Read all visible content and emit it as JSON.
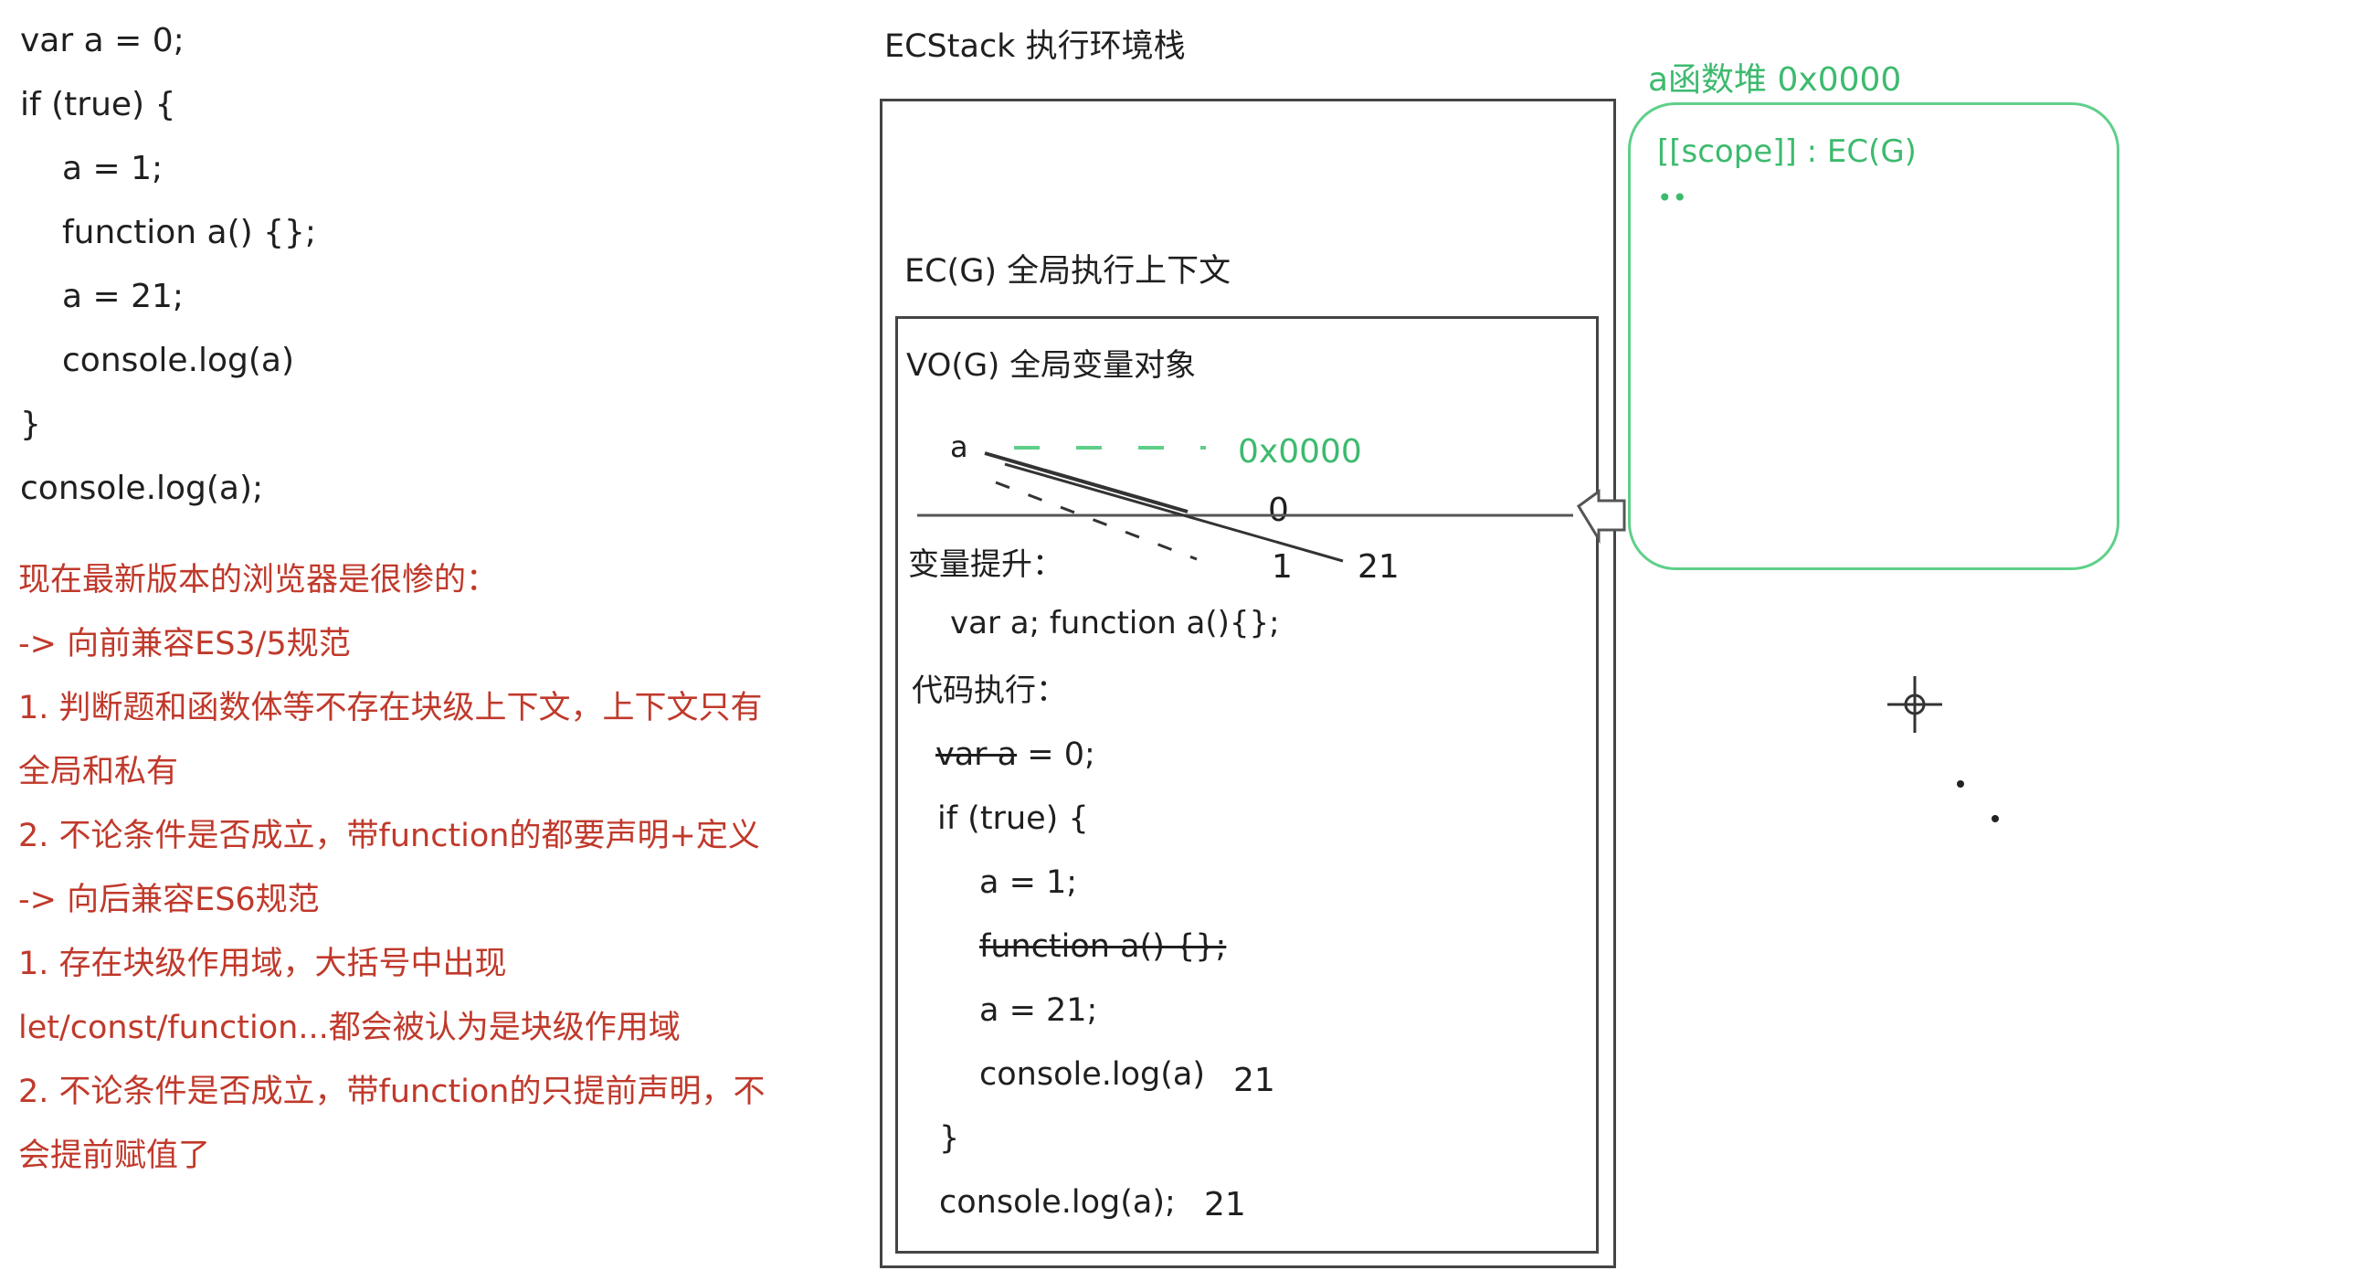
{
  "left_code": [
    "var a = 0;",
    "if (true) {",
    "a = 1;",
    "function a() {};",
    "a = 21;",
    "console.log(a)",
    "}",
    "console.log(a);"
  ],
  "notes": [
    "现在最新版本的浏览器是很惨的：",
    "-> 向前兼容ES3/5规范",
    "1. 判断题和函数体等不存在块级上下文，上下文只有",
    "全局和私有",
    "2. 不论条件是否成立，带function的都要声明+定义",
    "-> 向后兼容ES6规范",
    "1. 存在块级作用域，大括号中出现",
    "let/const/function...都会被认为是块级作用域",
    "2. 不论条件是否成立，带function的只提前声明，不",
    "会提前赋值了"
  ],
  "ecstack": {
    "title": "ECStack  执行环境栈",
    "ec_g_label": "EC(G)  全局执行上下文",
    "vo_g_label": "VO(G) 全局变量对象",
    "var_a": "a",
    "addr": "0x0000",
    "val_0": "0",
    "val_1": "1",
    "val_21": "21",
    "hoisting_label": "变量提升：",
    "hoisting_code": "var a;  function a(){};",
    "exec_label": "代码执行：",
    "exec_lines": {
      "l1": "var a",
      "l1_rest": " = 0;",
      "l2": "if (true) {",
      "l3": "a = 1;",
      "l4": "function a() {};",
      "l5": "a = 21;",
      "l6": "console.log(a)",
      "l6_out": "21",
      "l7": "}",
      "l8": "console.log(a);",
      "l8_out": "21"
    }
  },
  "heap": {
    "title": "a函数堆  0x0000",
    "scope": "[[scope]] : EC(G)",
    "dots": "••"
  },
  "colors": {
    "code": "#1f1f1f",
    "notes": "#c0392b",
    "heap": "#3dba6e",
    "border": "#444444"
  }
}
